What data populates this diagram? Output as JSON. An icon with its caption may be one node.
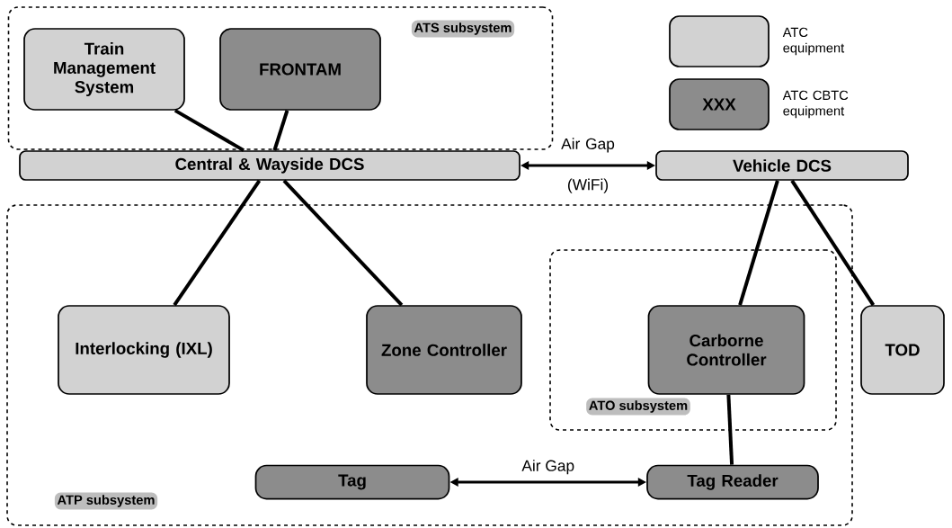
{
  "diagram": {
    "nodes": [
      {
        "text": [
          "ATS subsystem"
        ]
      },
      {
        "text": [
          "Train Management System"
        ],
        "in": 0
      },
      {
        "text": [
          "FRONTAM"
        ],
        "in": 0
      },
      {
        "text": [
          "Central & Wayside DCS"
        ]
      },
      {
        "text": [
          "Vehicle DCS"
        ]
      },
      {
        "text": [
          "ATP subsystem"
        ]
      },
      {
        "text": [
          "Interlocking (IXL)"
        ],
        "in": 5
      },
      {
        "text": [
          "Zone Controller"
        ],
        "in": 5
      },
      {
        "text": [
          "ATO subsystem"
        ],
        "in": 5
      },
      {
        "text": [
          "Carborne Controller"
        ],
        "in": 8
      },
      {
        "text": [
          "TOD"
        ]
      },
      {
        "text": [
          "Tag"
        ],
        "in": 5
      },
      {
        "text": [
          "Tag Reader"
        ],
        "in": 5
      }
    ],
    "edges": [
      {
        "from": 1,
        "to": 3,
        "arrow": "none"
      },
      {
        "from": 2,
        "to": 3,
        "arrow": "none"
      },
      {
        "from": 3,
        "to": 4,
        "arrow": "both",
        "label": "Air Gap (WiFi)"
      },
      {
        "from": 3,
        "to": 6,
        "arrow": "none"
      },
      {
        "from": 3,
        "to": 7,
        "arrow": "none"
      },
      {
        "from": 4,
        "to": 9,
        "arrow": "none"
      },
      {
        "from": 4,
        "to": 10,
        "arrow": "none"
      },
      {
        "from": 9,
        "to": 12,
        "arrow": "none"
      },
      {
        "from": 11,
        "to": 12,
        "arrow": "both",
        "label": "Air Gap"
      }
    ],
    "labels": [
      "XXX"
    ],
    "legend": [
      {
        "text": "ATC equipment",
        "color": "#d2d2d2"
      },
      {
        "text": "ATC CBTC equipment",
        "color": "#8c8c8c"
      }
    ]
  }
}
